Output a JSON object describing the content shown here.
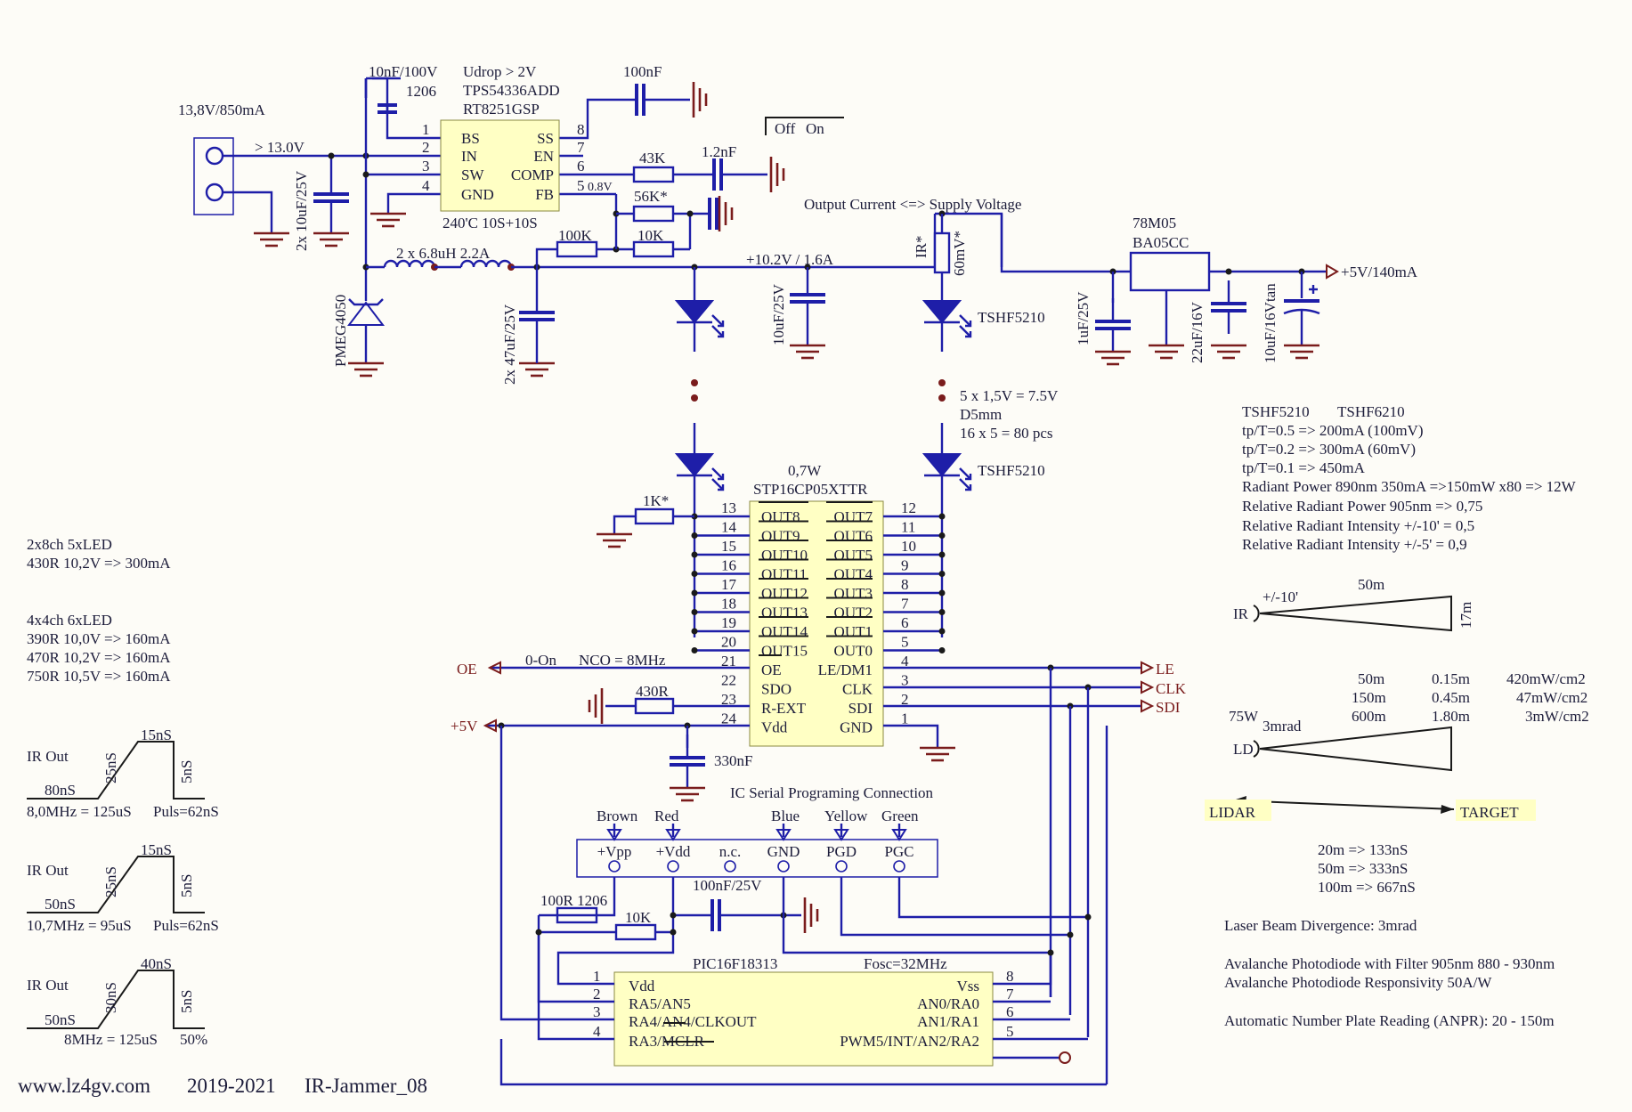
{
  "colors": {
    "wire": "#1e1ea8",
    "ground": "#7a1c1c",
    "chip_fill": "#ffffc4",
    "background": "#fdfcf7"
  },
  "power": {
    "input": "13,8V/850mA",
    "in_volt": "> 13.0V",
    "cin": "2x 10uF/25V",
    "diode": "PMEG4050",
    "cboot": "10nF/100V",
    "cboot_size": "1206",
    "udrop": "Udrop > 2V",
    "ic1": "TPS54336ADD",
    "ic2": "RT8251GSP",
    "ic_note": "240'C 10S+10S",
    "css": "100nF",
    "rcomp": "43K",
    "ccomp": "1.2nF",
    "rfb": "56K*",
    "rfb2": "10K",
    "rtop": "100K",
    "vfb": "0.8V",
    "off": "Off",
    "on": "On",
    "inductor": "2 x 6.8uH 2.2A",
    "cout": "2x 47uF/25V",
    "rail": "+10.2V / 1.6A",
    "crail": "10uF/25V",
    "output_current": "Output Current <=> Supply Voltage",
    "rsense": "IR*",
    "vsense": "60mV*",
    "reg1": "78M05",
    "reg2": "BA05CC",
    "creg_in": "1uF/25V",
    "creg_out1": "22uF/16V",
    "creg_out2": "10uF/16Vtan",
    "out5v": "+5V/140mA"
  },
  "buck_pins": {
    "left": [
      {
        "num": "1",
        "name": "BS"
      },
      {
        "num": "2",
        "name": "IN"
      },
      {
        "num": "3",
        "name": "SW"
      },
      {
        "num": "4",
        "name": "GND"
      }
    ],
    "right": [
      {
        "num": "8",
        "name": "SS"
      },
      {
        "num": "7",
        "name": "EN"
      },
      {
        "num": "6",
        "name": "COMP"
      },
      {
        "num": "5",
        "name": "FB"
      }
    ]
  },
  "leds": {
    "name": "TSHF5210",
    "chain": "5 x 1,5V = 7.5V",
    "pkg": "D5mm",
    "count": "16 x 5 = 80 pcs"
  },
  "driver": {
    "power": "0,7W",
    "part": "STP16CP05XTTR",
    "rext": "430R",
    "rpull": "1K*",
    "cdec": "330nF",
    "oe": "OE",
    "oe_state": "0-On",
    "nco": "NCO = 8MHz",
    "v5": "+5V",
    "le": "LE",
    "clk": "CLK",
    "sdi": "SDI",
    "left_pins": [
      {
        "num": "13",
        "name": "OUT8"
      },
      {
        "num": "14",
        "name": "OUT9"
      },
      {
        "num": "15",
        "name": "OUT10"
      },
      {
        "num": "16",
        "name": "OUT11"
      },
      {
        "num": "17",
        "name": "OUT12"
      },
      {
        "num": "18",
        "name": "OUT13"
      },
      {
        "num": "19",
        "name": "OUT14"
      },
      {
        "num": "20",
        "name": "OUT15"
      },
      {
        "num": "21",
        "name": "OE"
      },
      {
        "num": "22",
        "name": "SDO"
      },
      {
        "num": "23",
        "name": "R-EXT"
      },
      {
        "num": "24",
        "name": "Vdd"
      }
    ],
    "right_pins": [
      {
        "num": "12",
        "name": "OUT7"
      },
      {
        "num": "11",
        "name": "OUT6"
      },
      {
        "num": "10",
        "name": "OUT5"
      },
      {
        "num": "9",
        "name": "OUT4"
      },
      {
        "num": "8",
        "name": "OUT3"
      },
      {
        "num": "7",
        "name": "OUT2"
      },
      {
        "num": "6",
        "name": "OUT1"
      },
      {
        "num": "5",
        "name": "OUT0"
      },
      {
        "num": "4",
        "name": "LE/DM1"
      },
      {
        "num": "3",
        "name": "CLK"
      },
      {
        "num": "2",
        "name": "SDI"
      },
      {
        "num": "1",
        "name": "GND"
      }
    ]
  },
  "icsp": {
    "title": "IC Serial Programing Connection",
    "colors": [
      "Brown",
      "Red",
      "Blue",
      "Yellow",
      "Green"
    ],
    "pins": [
      "+Vpp",
      "+Vdd",
      "n.c.",
      "GND",
      "PGD",
      "PGC"
    ]
  },
  "mcu": {
    "part": "PIC16F18313",
    "fosc": "Fosc=32MHz",
    "r1": "100R 1206",
    "r2": "10K",
    "cap": "100nF/25V",
    "left_pins": [
      {
        "num": "1",
        "name": "Vdd"
      },
      {
        "num": "2",
        "name": "RA5/AN5"
      },
      {
        "num": "3",
        "name": "RA4/AN4/CLKOUT"
      },
      {
        "num": "4",
        "name": "RA3/MCLR"
      }
    ],
    "right_pins": [
      {
        "num": "8",
        "name": "Vss"
      },
      {
        "num": "7",
        "name": "AN0/RA0"
      },
      {
        "num": "6",
        "name": "AN1/RA1"
      },
      {
        "num": "5",
        "name": "PWM5/INT/AN2/RA2"
      }
    ]
  },
  "notes_left": {
    "cfg1_a": "2x8ch 5xLED",
    "cfg1_b": "430R 10,2V => 300mA",
    "cfg2_a": "4x4ch 6xLED",
    "cfg2_b": "390R 10,0V => 160mA",
    "cfg2_c": "470R 10,2V => 160mA",
    "cfg2_d": "750R 10,5V => 160mA"
  },
  "pulses": [
    {
      "label": "IR Out",
      "rise": "25nS",
      "top": "15nS",
      "fall": "5nS",
      "low": "80nS",
      "freq": "8,0MHz = 125uS",
      "pulse": "Puls=62nS"
    },
    {
      "label": "IR Out",
      "rise": "25nS",
      "top": "15nS",
      "fall": "5nS",
      "low": "50nS",
      "freq": "10,7MHz = 95uS",
      "pulse": "Puls=62nS"
    },
    {
      "label": "IR Out",
      "rise": "30nS",
      "top": "40nS",
      "fall": "5nS",
      "low": "50nS",
      "freq": "8MHz = 125uS",
      "pulse": "50%"
    }
  ],
  "specs": {
    "h1": "TSHF5210",
    "h2": "TSHF6210",
    "l1": "tp/T=0.5 => 200mA   (100mV)",
    "l2": "tp/T=0.2 => 300mA   (60mV)",
    "l3": "tp/T=0.1 => 450mA",
    "l4": "Radiant Power 890nm 350mA =>150mW x80 => 12W",
    "l5": "Relative Radiant Power 905nm => 0,75",
    "l6": "Relative Radiant Intensity +/-10' = 0,5",
    "l7": "Relative Radiant Intensity +/-5' = 0,9"
  },
  "beam_ir": {
    "label": "IR",
    "angle": "+/-10'",
    "dist": "50m",
    "width": "17m"
  },
  "beam_ld": {
    "label": "LD",
    "power": "75W",
    "angle": "3mrad",
    "rows": [
      {
        "d": "50m",
        "w": "0.15m",
        "p": "420mW/cm2"
      },
      {
        "d": "150m",
        "w": "0.45m",
        "p": "47mW/cm2"
      },
      {
        "d": "600m",
        "w": "1.80m",
        "p": "3mW/cm2"
      }
    ]
  },
  "lidar": {
    "left": "LIDAR",
    "right": "TARGET",
    "t1": "20m => 133nS",
    "t2": "50m => 333nS",
    "t3": "100m => 667nS"
  },
  "notes_right": {
    "n1": "Laser Beam Divergence: 3mrad",
    "n2": "Avalanche Photodiode with Filter 905nm  880 - 930nm",
    "n3": "Avalanche Photodiode Responsivity  50A/W",
    "n4": "Automatic Number Plate Reading (ANPR): 20 - 150m"
  },
  "footer": {
    "site": "www.lz4gv.com",
    "years": "2019-2021",
    "project": "IR-Jammer_08"
  }
}
